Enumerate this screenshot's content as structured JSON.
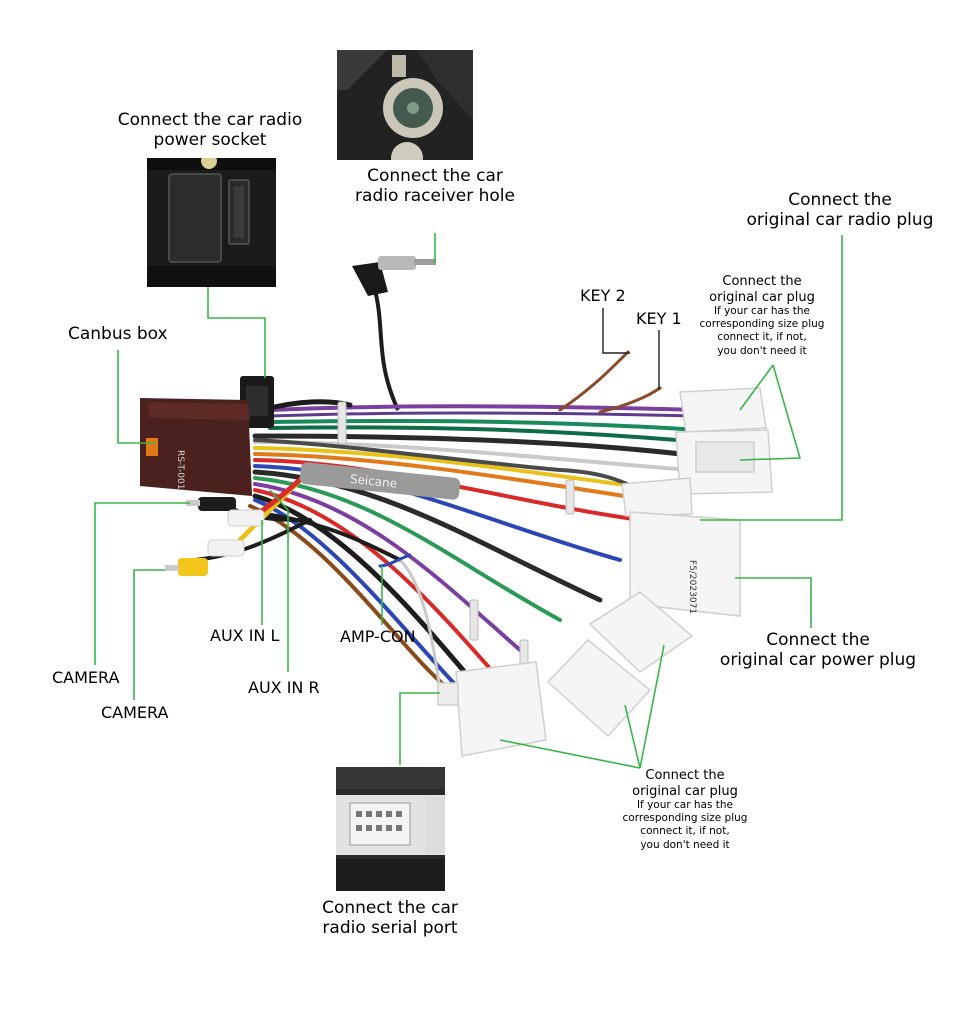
{
  "colors": {
    "leader_line": "#39b54a",
    "background": "#ffffff"
  },
  "labels": {
    "power_socket": [
      "Connect the car radio",
      "power socket"
    ],
    "receiver_hole": [
      "Connect the  car",
      "radio raceiver hole"
    ],
    "radio_plug": [
      "Connect the",
      "original car radio plug"
    ],
    "car_plug_top": {
      "title": [
        "Connect the",
        "original car plug"
      ],
      "note": [
        "If your car has the",
        "corresponding size plug",
        "connect it, if not,",
        "you don't need it"
      ]
    },
    "key2": "KEY 2",
    "key1": "KEY 1",
    "canbus": "Canbus box",
    "camera_1": "CAMERA",
    "camera_2": "CAMERA",
    "aux_l": "AUX IN L",
    "aux_r": "AUX IN R",
    "amp_con": "AMP-CON",
    "power_plug": [
      "Connect the",
      "original car power plug"
    ],
    "car_plug_bottom": {
      "title": [
        "Connect the",
        "original car plug"
      ],
      "note": [
        "If your car has the",
        "corresponding size plug",
        "connect it, if not,",
        "you don't need it"
      ]
    },
    "serial_port": [
      "Connect the car",
      "radio  serial port"
    ]
  },
  "photo_text": {
    "canbus_box": "RS-T-001",
    "brand_tape": "Seicane",
    "power_connector_tag": "F5/2023071"
  },
  "icons": [
    "power-socket-photo",
    "antenna-socket-photo",
    "serial-port-photo",
    "canbus-box-icon",
    "antenna-plug-icon",
    "rca-plug-icon"
  ]
}
